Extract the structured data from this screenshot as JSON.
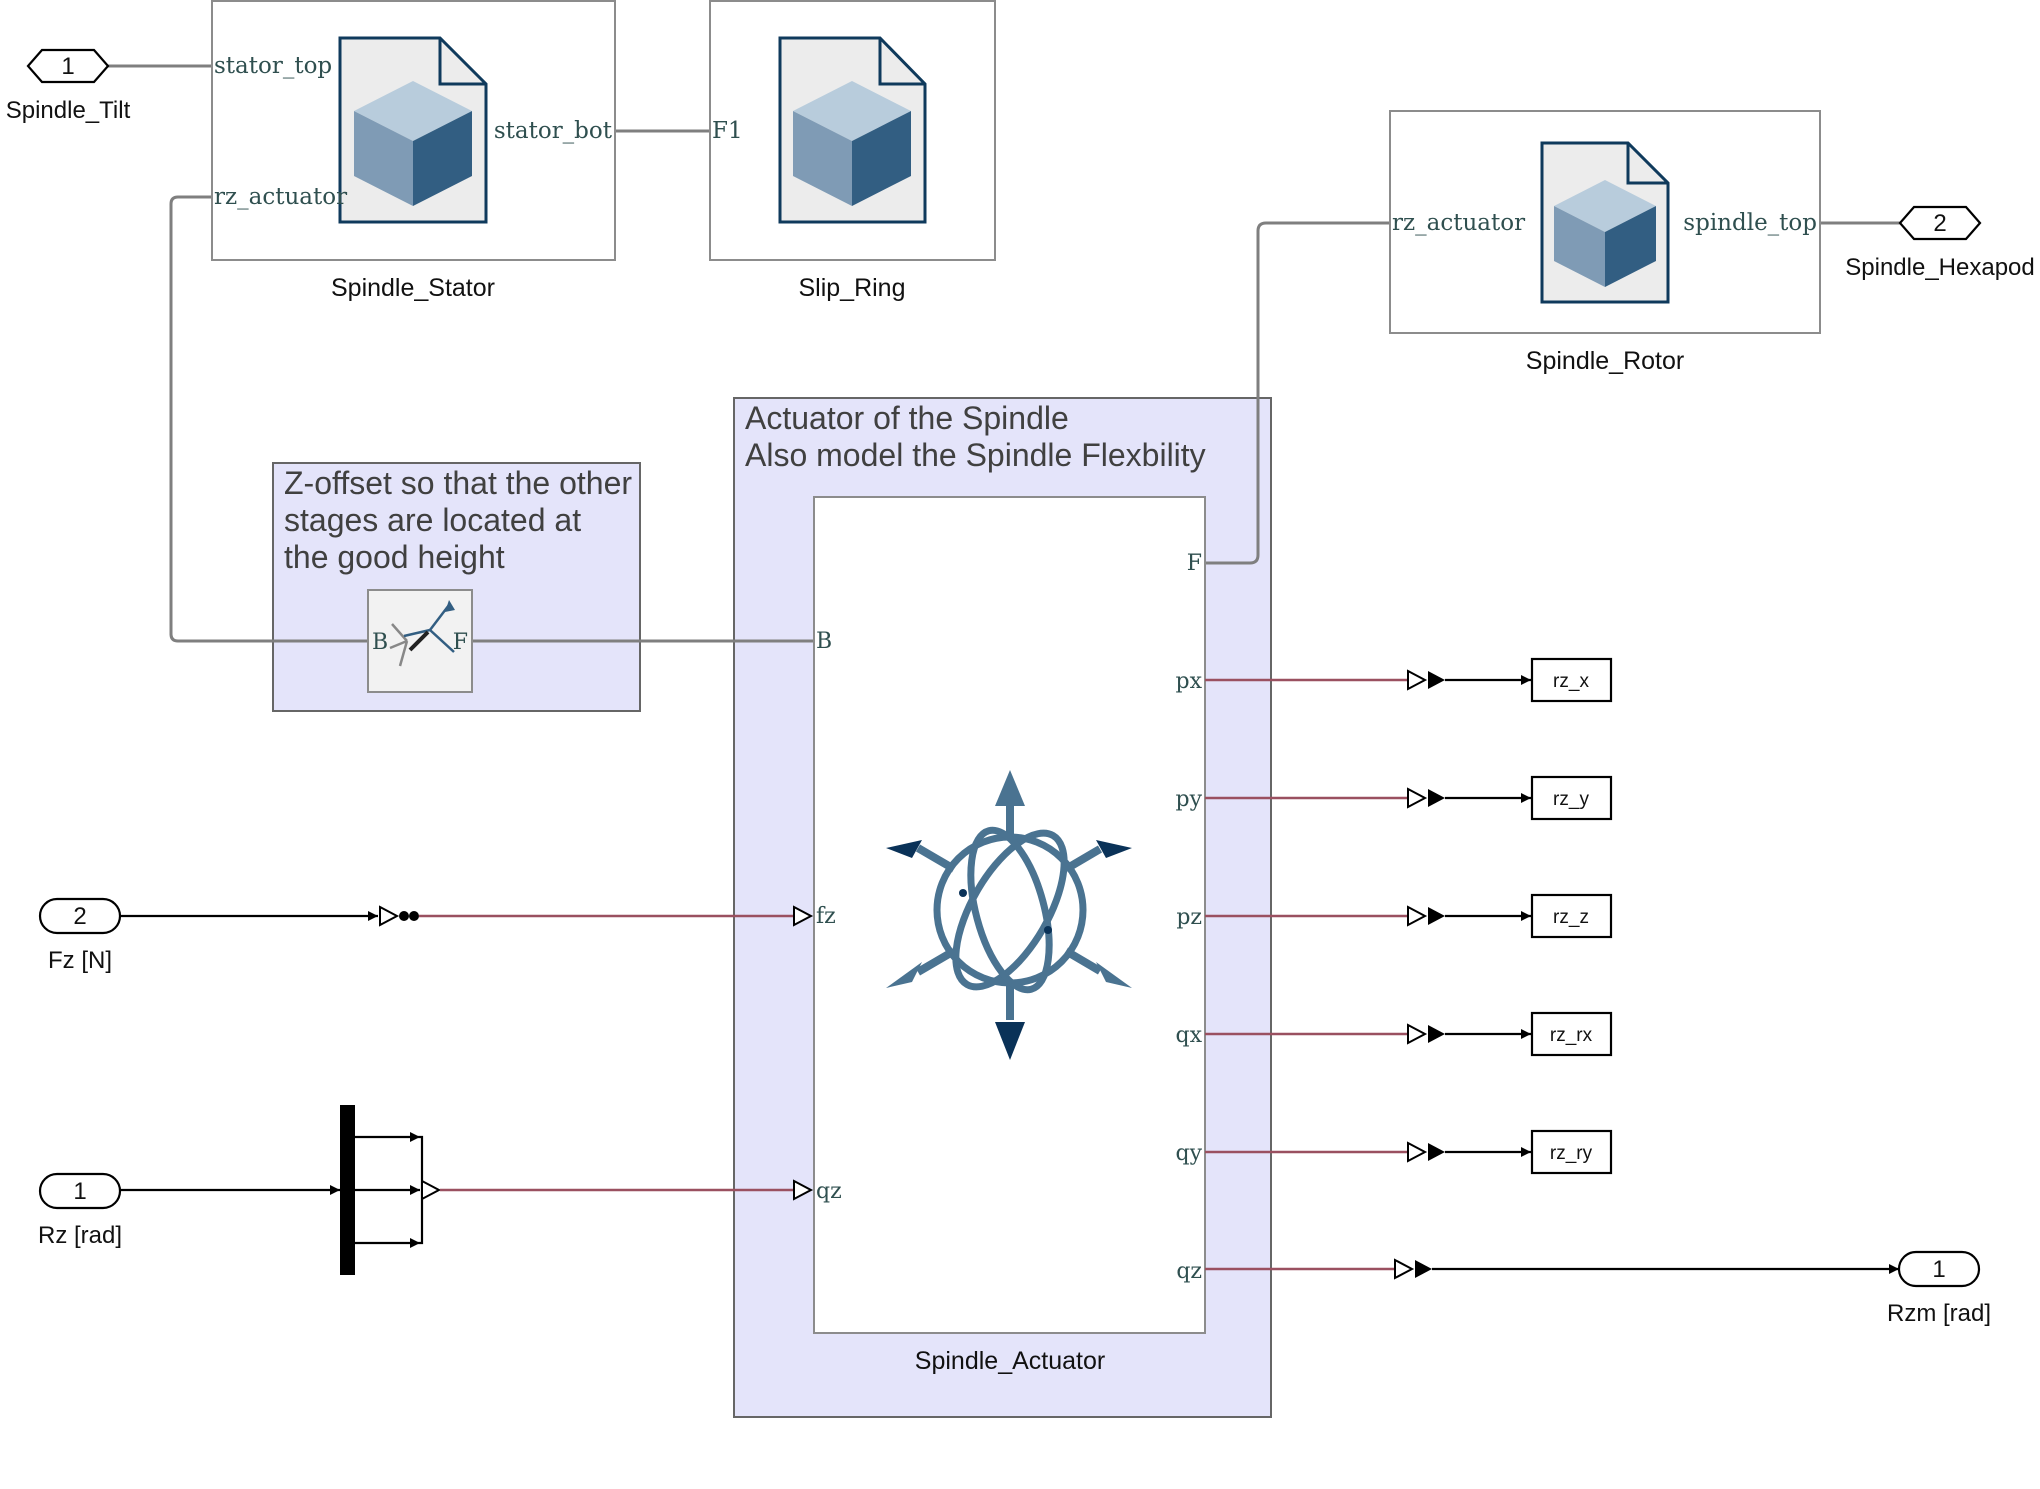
{
  "inports": [
    {
      "id": "spindle-tilt",
      "number": "1",
      "label": "Spindle_Tilt"
    },
    {
      "id": "fz",
      "number": "2",
      "label": "Fz [N]"
    },
    {
      "id": "rz",
      "number": "1",
      "label": "Rz [rad]"
    }
  ],
  "outports": [
    {
      "id": "spindle-hexapod",
      "number": "2",
      "label": "Spindle_Hexapod"
    },
    {
      "id": "rzm",
      "number": "1",
      "label": "Rzm [rad]"
    }
  ],
  "blocks": {
    "spindle_stator": {
      "name": "Spindle_Stator",
      "ports": {
        "stator_top": "stator_top",
        "rz_actuator": "rz_actuator",
        "stator_bot": "stator_bot"
      }
    },
    "slip_ring": {
      "name": "Slip_Ring",
      "ports": {
        "f1": "F1"
      }
    },
    "spindle_rotor": {
      "name": "Spindle_Rotor",
      "ports": {
        "rz_actuator": "rz_actuator",
        "spindle_top": "spindle_top"
      }
    },
    "rigid_transform": {
      "ports": {
        "b": "B",
        "f": "F"
      }
    },
    "spindle_actuator": {
      "name": "Spindle_Actuator",
      "ports": {
        "b": "B",
        "f": "F",
        "fz": "fz",
        "qz_in": "qz",
        "px": "px",
        "py": "py",
        "pz": "pz",
        "qx": "qx",
        "qy": "qy",
        "qz_out": "qz"
      }
    }
  },
  "annotations": {
    "zoffset": [
      "Z-offset so that the other",
      "stages are located at",
      "the good height"
    ],
    "actuator": [
      "Actuator of the Spindle",
      "Also model the Spindle Flexbility"
    ]
  },
  "goto_tags": [
    "rz_x",
    "rz_y",
    "rz_z",
    "rz_rx",
    "rz_ry"
  ],
  "icons": {
    "file_solid": "solid-file-icon",
    "transform": "rigid-transform-icon",
    "joint": "bushing-joint-icon",
    "mux": "demux-bar-icon"
  },
  "colors": {
    "area_fill": "#e4e4fa",
    "bus_line": "#9a5060",
    "physical_line": "#7f7f7f",
    "port_text": "#2f4f4f",
    "cube_top": "#b8ccdc",
    "cube_left": "#7f9bb5",
    "cube_right": "#325e82",
    "joint_blue": "#4a7391",
    "joint_dark": "#0a3258"
  }
}
